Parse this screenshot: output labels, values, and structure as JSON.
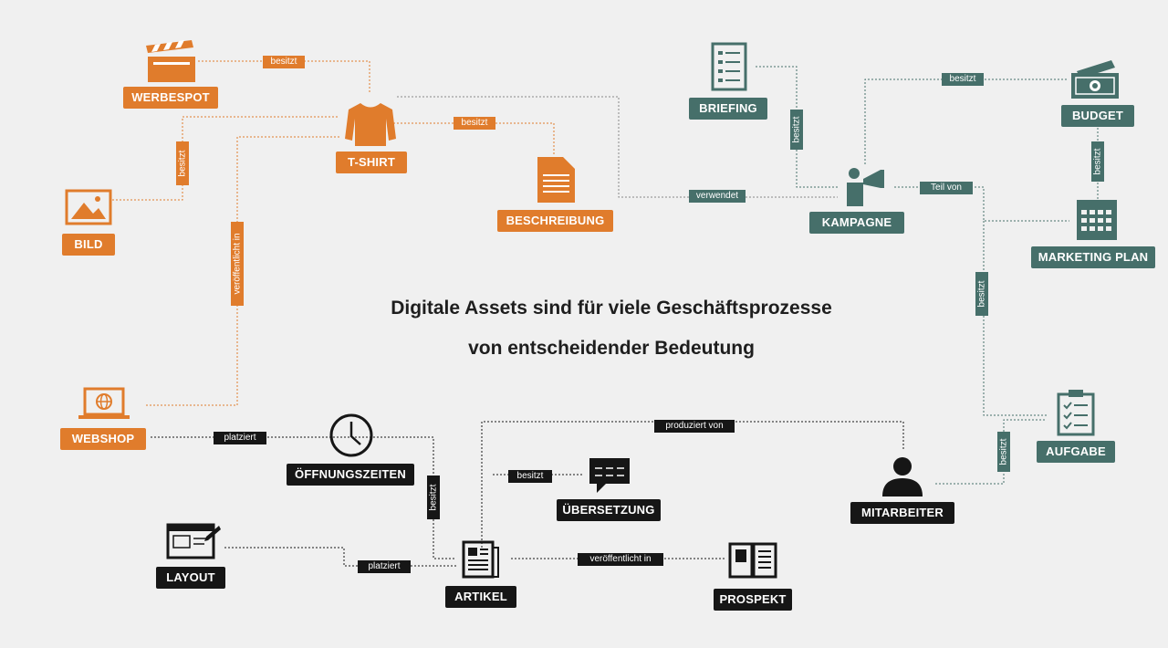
{
  "headline": {
    "line1": "Digitale Assets sind für viele Geschäftsprozesse",
    "line2": "von entscheidender Bedeutung"
  },
  "colors": {
    "orange": "#e07c2c",
    "teal": "#466f6a",
    "black": "#161616",
    "background": "#f0f0f0"
  },
  "nodes": {
    "werbespot": {
      "label": "WERBESPOT",
      "icon": "clapperboard-icon"
    },
    "tshirt": {
      "label": "T-SHIRT",
      "icon": "tshirt-icon"
    },
    "bild": {
      "label": "BILD",
      "icon": "image-icon"
    },
    "beschreibung": {
      "label": "BESCHREIBUNG",
      "icon": "document-icon"
    },
    "webshop": {
      "label": "WEBSHOP",
      "icon": "laptop-globe-icon"
    },
    "briefing": {
      "label": "BRIEFING",
      "icon": "checklist-icon"
    },
    "budget": {
      "label": "BUDGET",
      "icon": "money-icon"
    },
    "kampagne": {
      "label": "KAMPAGNE",
      "icon": "megaphone-person-icon"
    },
    "marketing_plan": {
      "label": "MARKETING PLAN",
      "icon": "calendar-icon"
    },
    "aufgabe": {
      "label": "AUFGABE",
      "icon": "clipboard-icon"
    },
    "mitarbeiter": {
      "label": "MITARBEITER",
      "icon": "person-icon"
    },
    "oeffnungszeiten": {
      "label": "ÖFFNUNGSZEITEN",
      "icon": "clock-icon"
    },
    "uebersetzung": {
      "label": "ÜBERSETZUNG",
      "icon": "speech-bubble-icon"
    },
    "layout": {
      "label": "LAYOUT",
      "icon": "layout-edit-icon"
    },
    "artikel": {
      "label": "ARTIKEL",
      "icon": "newspaper-icon"
    },
    "prospekt": {
      "label": "PROSPEKT",
      "icon": "open-book-icon"
    }
  },
  "edges": {
    "werbespot_tshirt": "besitzt",
    "bild_tshirt": "besitzt",
    "tshirt_beschreibung": "besitzt",
    "tshirt_webshop": "veröffentlicht in",
    "tshirt_kampagne": "verwendet",
    "briefing_kampagne": "besitzt",
    "kampagne_budget": "besitzt",
    "budget_marketing": "besitzt",
    "kampagne_marketing": "Teil von",
    "kampagne_aufgabe": "besitzt",
    "mitarbeiter_aufgabe": "besitzt",
    "webshop_oeffnungszeiten": "platziert",
    "oeffnungszeiten_artikel": "besitzt",
    "artikel_mitarbeiter": "produziert von",
    "artikel_uebersetzung": "besitzt",
    "layout_artikel": "platziert",
    "artikel_prospekt": "veröffentlicht in"
  }
}
